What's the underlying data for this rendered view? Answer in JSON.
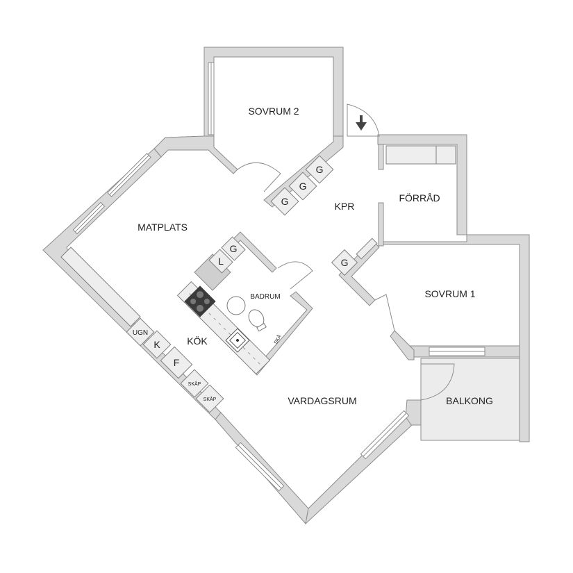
{
  "plan": {
    "type": "apartment floor plan",
    "colors": {
      "wall_fill": "#d9d9d9",
      "wall_stroke": "#8c8c8c",
      "balcony_fill": "#ececec",
      "stove": "#3a3a3a"
    },
    "rooms": {
      "sovrum2": "SOVRUM 2",
      "matplats": "MATPLATS",
      "kpr": "KPR",
      "forrad": "FÖRRÅD",
      "badrum": "BADRUM",
      "kok": "KÖK",
      "sovrum1": "SOVRUM 1",
      "vardagsrum": "VARDAGSRUM",
      "balkong": "BALKONG"
    },
    "fixtures": {
      "wardrobe_g": "G",
      "linen_l": "L",
      "oven": "UGN",
      "fridge": "K",
      "freezer": "F",
      "cabinet": "SKÅP",
      "washer": "SKÅ"
    },
    "entrance_icon": "arrow-down"
  }
}
